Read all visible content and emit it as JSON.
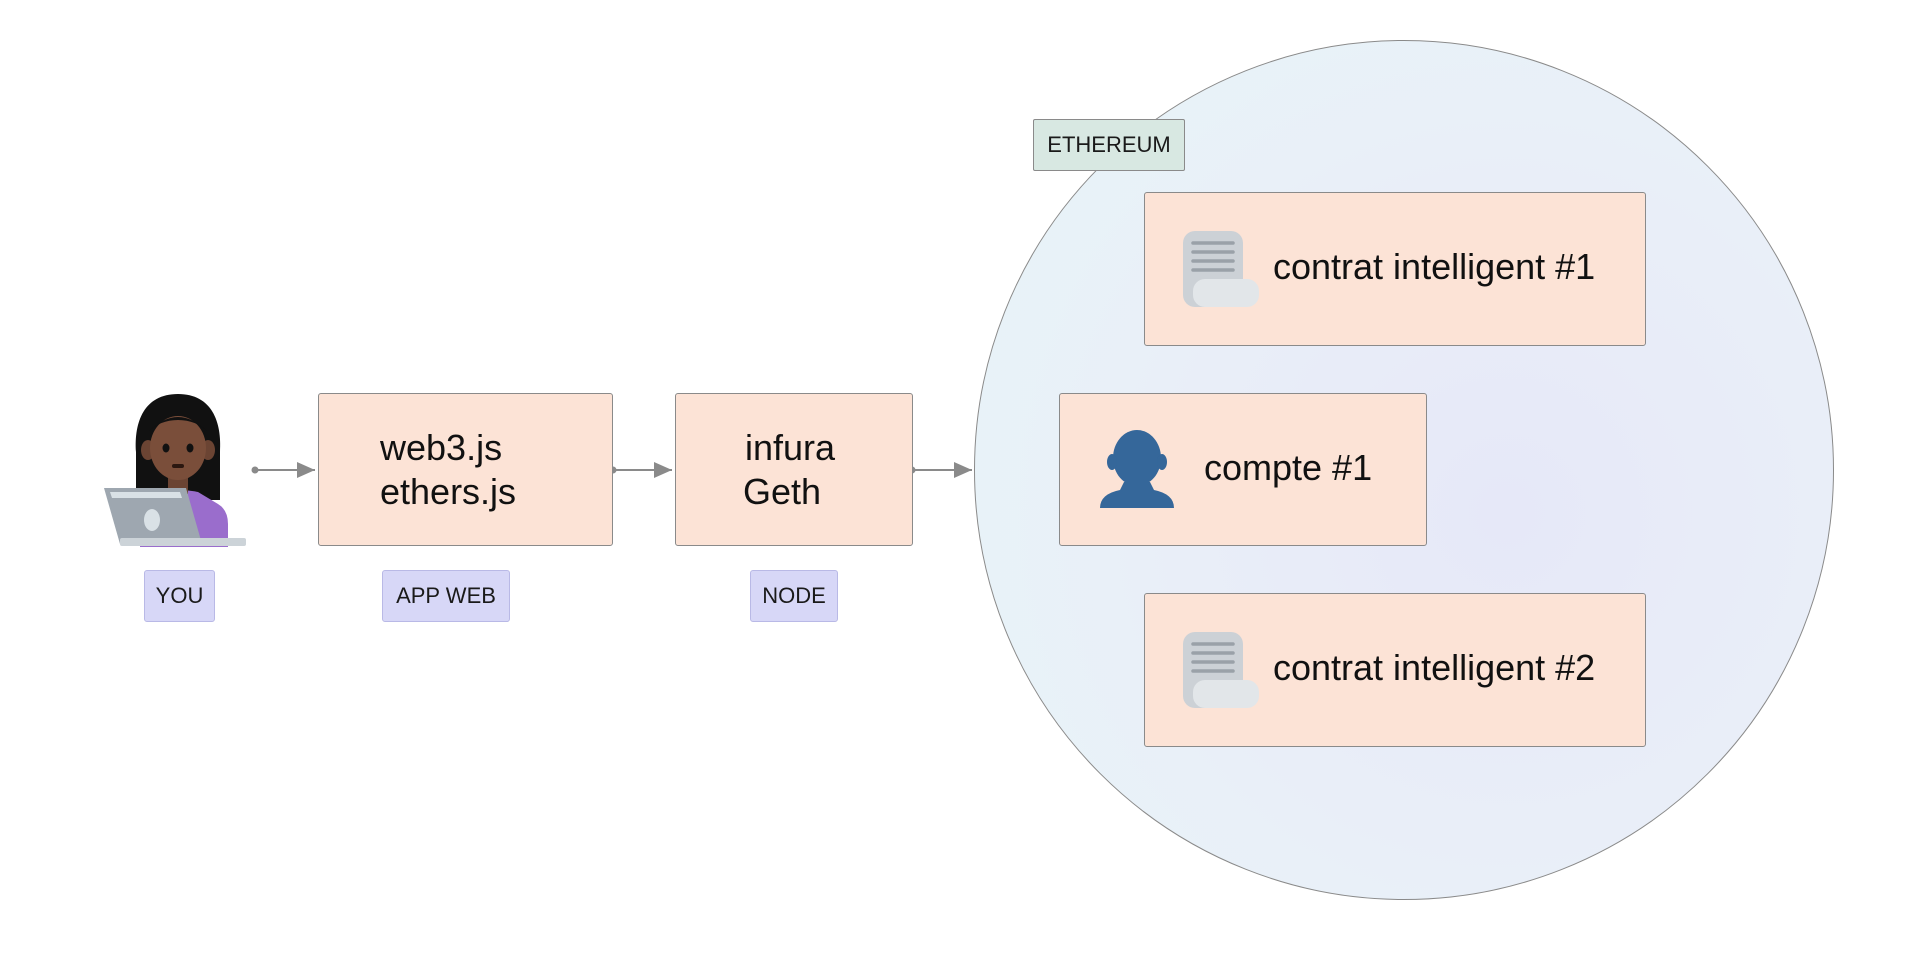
{
  "you_label": "YOU",
  "app_web": {
    "line1": "web3.js",
    "line2": "ethers.js",
    "label": "APP WEB"
  },
  "node": {
    "line1": "infura",
    "line2": "Geth",
    "label": "NODE"
  },
  "ethereum": {
    "label": "ETHEREUM",
    "contract1": "contrat intelligent #1",
    "account": "compte #1",
    "contract2": "contrat intelligent #2"
  },
  "colors": {
    "box_fill": "#fce3d6",
    "label_fill": "#d7d7f7",
    "eth_tag_fill": "#d8e8e2",
    "account_icon": "#35679a",
    "arrow": "#8a8a8a"
  },
  "icons": [
    "woman-with-laptop-icon",
    "scroll-document-icon",
    "user-silhouette-icon"
  ]
}
